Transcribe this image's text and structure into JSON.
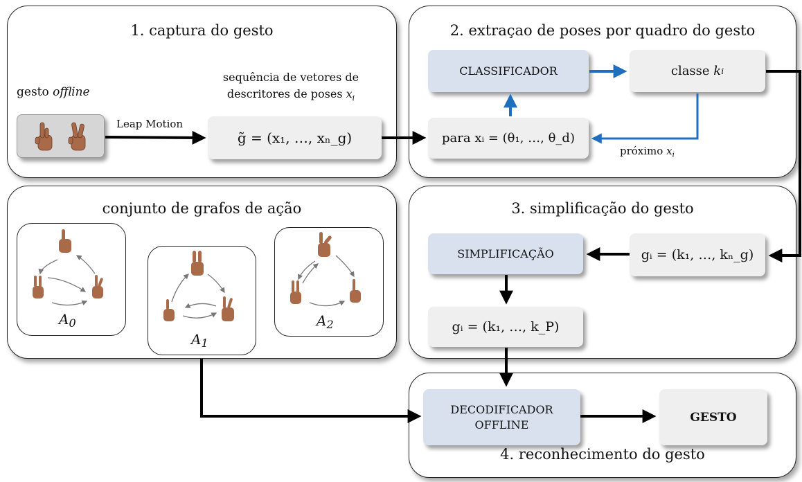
{
  "panels": {
    "capture_title": "1. captura do gesto",
    "extraction_title": "2. extraçao de poses por quadro do gesto",
    "graphs_title": "conjunto de grafos de ação",
    "simplification_title": "3. simplificação do gesto",
    "recognition_title": "4. reconhecimento do gesto"
  },
  "capture": {
    "gesture_label_prefix": "gesto",
    "gesture_label_italic": "offline",
    "sensor_label": "Leap Motion",
    "sequence_desc_line1": "sequência de vetores de",
    "sequence_desc_line2": "descritores de poses",
    "sequence_desc_var": "x",
    "sequence_desc_var_sub": "i",
    "sequence_formula": "g̃ = (x₁, …, xₙ_g)"
  },
  "extraction": {
    "classifier_label": "CLASSIFICADOR",
    "class_label": "classe",
    "class_var": "k",
    "class_var_sub": "i",
    "loop_prefix": "para",
    "loop_formula": "xᵢ = (θ₁, …, θ_d)",
    "next_label": "próximo",
    "next_var": "x",
    "next_var_sub": "i"
  },
  "graphs": {
    "labels": [
      "A",
      "A",
      "A"
    ],
    "label_subs": [
      "0",
      "1",
      "2"
    ]
  },
  "simplification": {
    "simplify_label": "SIMPLIFICAÇÃO",
    "input_formula": "gᵢ = (k₁, …, kₙ_g)",
    "output_formula": "gᵢ = (k₁, …, k_P)"
  },
  "recognition": {
    "decoder_line1": "DECODIFICADOR",
    "decoder_line2": "OFFLINE",
    "result_label": "GESTO"
  },
  "colors": {
    "blue_box": "#d9e1ef",
    "gray_box": "#efefef",
    "blue_arrow": "#1f6fbf",
    "black_arrow": "#000000"
  }
}
